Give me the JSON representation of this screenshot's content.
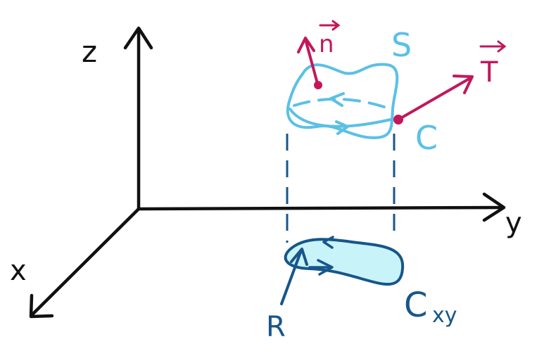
{
  "labels": {
    "z_axis": "z",
    "y_axis": "y",
    "x_axis": "x",
    "surface": "S",
    "curve": "C",
    "normal": "n",
    "tangent": "T",
    "region": "R",
    "projected_curve": "C",
    "projected_curve_subscript": "xy"
  },
  "colors": {
    "axes": "#111111",
    "surface": "#5bc0e6",
    "region_fill": "#c8f3f8",
    "region_stroke": "#17568a",
    "vectors": "#c2185b"
  }
}
